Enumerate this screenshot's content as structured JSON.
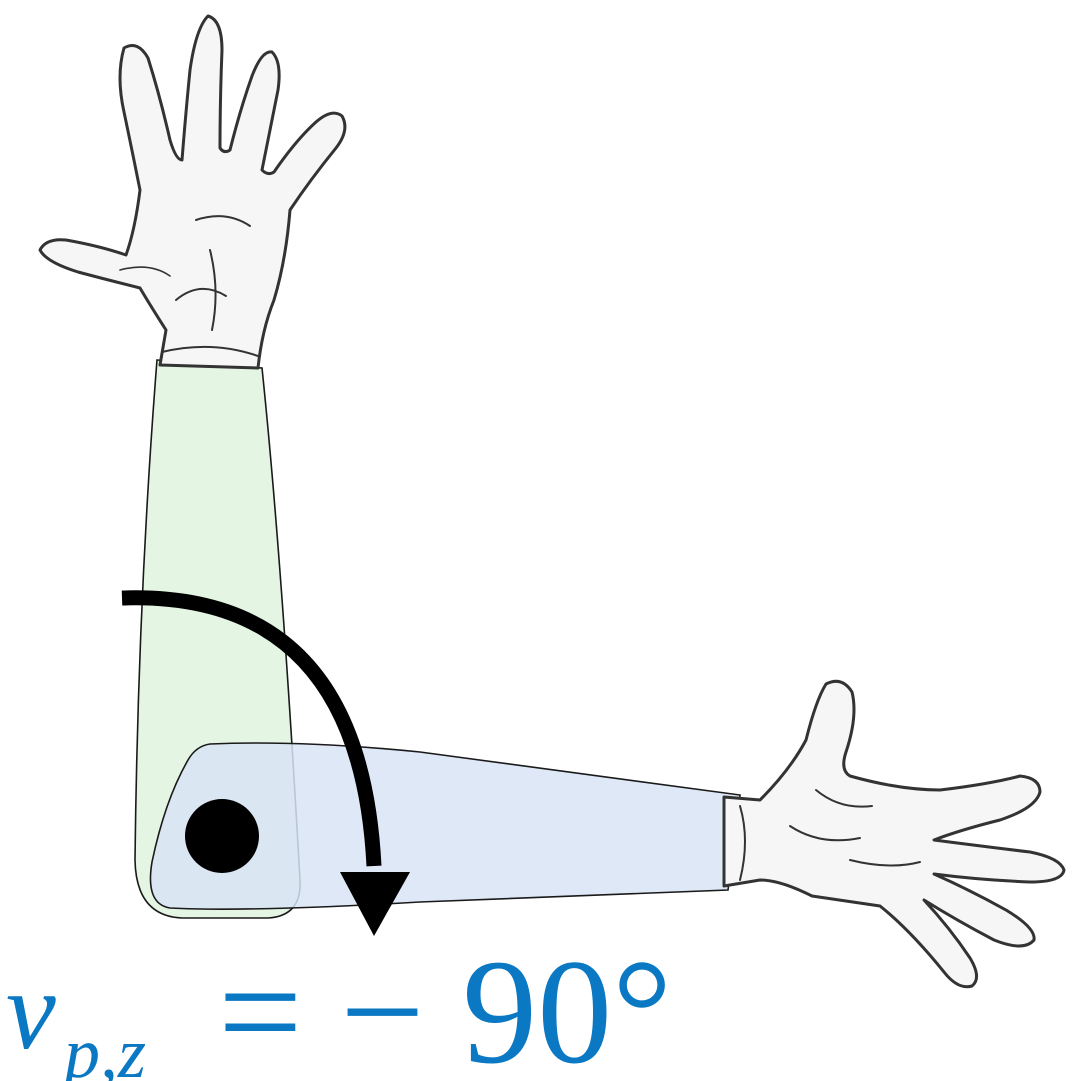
{
  "formula": {
    "variable": "v",
    "subscript": "p,z",
    "rest": "= − 90°"
  },
  "colors": {
    "formula": "#0a78c2",
    "upright_forearm_fill": "#e3f4e3",
    "lowered_forearm_fill": "#d8e4f6",
    "arrow": "#000000",
    "pivot": "#000000",
    "sketch_line": "#333333"
  },
  "icons": {
    "upright_hand": "open-hand-icon",
    "lowered_hand": "open-hand-icon",
    "pivot": "elbow-pivot-icon",
    "arrow": "rotation-arrow-icon"
  }
}
